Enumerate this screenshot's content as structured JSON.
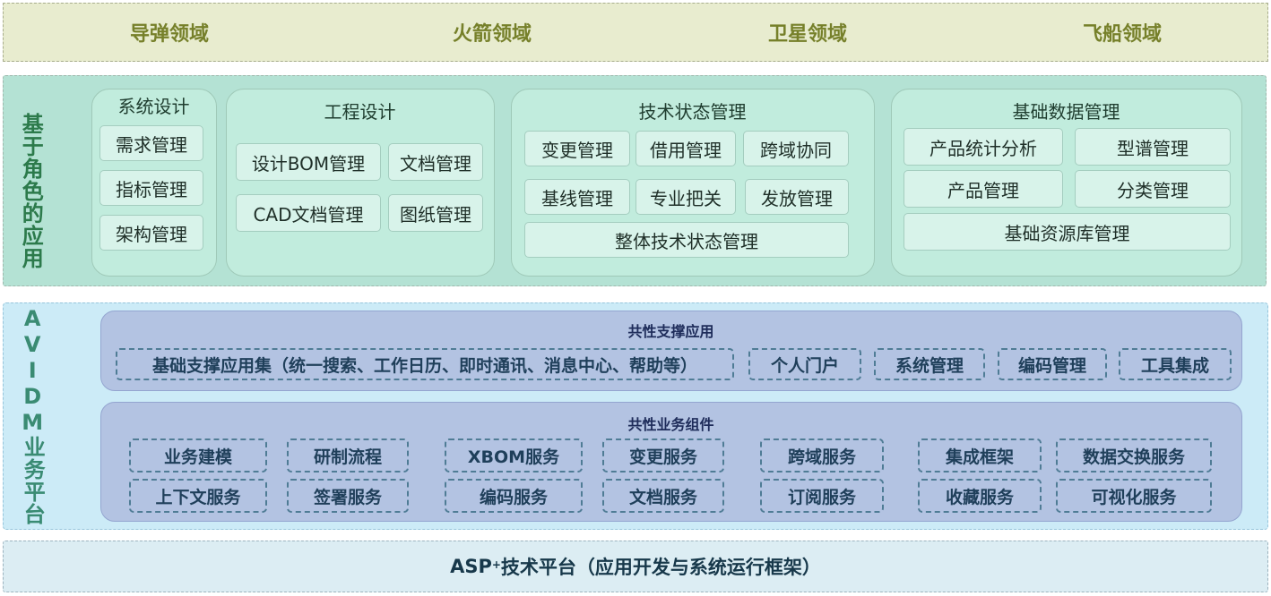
{
  "domains": [
    "导弹领域",
    "火箭领域",
    "卫星领域",
    "飞船领域"
  ],
  "role_app": {
    "title": "基于角色的应用",
    "groups": {
      "system_design": {
        "title": "系统设计",
        "items": [
          "需求管理",
          "指标管理",
          "架构管理"
        ]
      },
      "engineering_design": {
        "title": "工程设计",
        "items": [
          "设计BOM管理",
          "文档管理",
          "CAD文档管理",
          "图纸管理"
        ]
      },
      "tech_state": {
        "title": "技术状态管理",
        "items": [
          "变更管理",
          "借用管理",
          "跨域协同",
          "基线管理",
          "专业把关",
          "发放管理",
          "整体技术状态管理"
        ]
      },
      "base_data": {
        "title": "基础数据管理",
        "items": [
          "产品统计分析",
          "型谱管理",
          "产品管理",
          "分类管理",
          "基础资源库管理"
        ]
      }
    }
  },
  "avidm": {
    "title": "AVIDM业务平台",
    "common_support": {
      "title": "共性支撑应用",
      "items": [
        "基础支撑应用集（统一搜索、工作日历、即时通讯、消息中心、帮助等）",
        "个人门户",
        "系统管理",
        "编码管理",
        "工具集成"
      ]
    },
    "common_components": {
      "title": "共性业务组件",
      "items": [
        "业务建模",
        "研制流程",
        "XBOM服务",
        "变更服务",
        "跨域服务",
        "集成框架",
        "数据交换服务",
        "上下文服务",
        "签署服务",
        "编码服务",
        "文档服务",
        "订阅服务",
        "收藏服务",
        "可视化服务"
      ]
    }
  },
  "platform": {
    "prefix": "ASP",
    "sup": "+",
    "suffix": "技术平台（应用开发与系统运行框架）"
  }
}
